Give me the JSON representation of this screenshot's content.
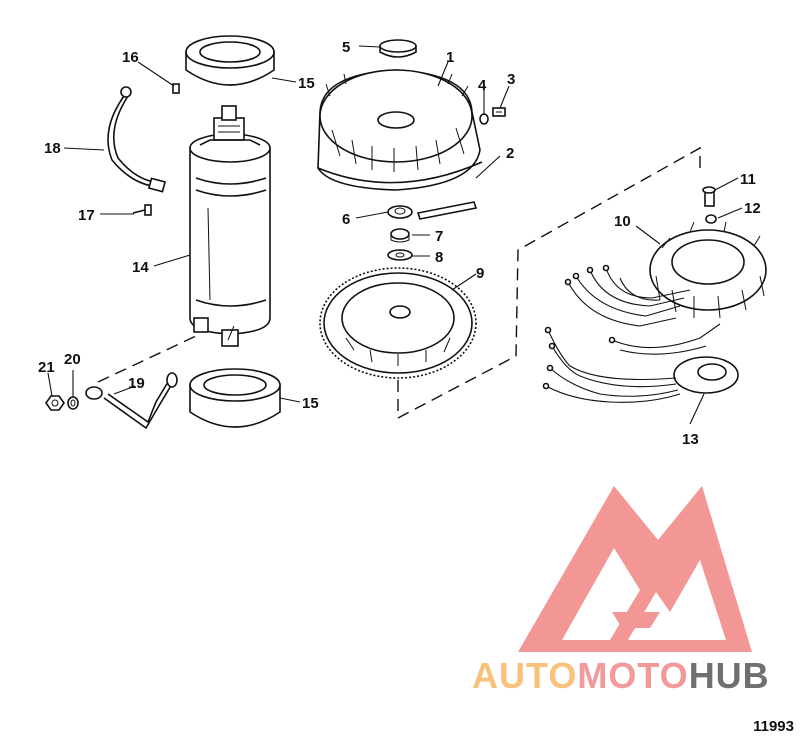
{
  "callouts": {
    "c1": "1",
    "c2": "2",
    "c3": "3",
    "c4": "4",
    "c5": "5",
    "c6": "6",
    "c7": "7",
    "c8": "8",
    "c9": "9",
    "c10": "10",
    "c11": "11",
    "c12": "12",
    "c13": "13",
    "c14": "14",
    "c15a": "15",
    "c15b": "15",
    "c16": "16",
    "c17": "17",
    "c18": "18",
    "c19": "19",
    "c20": "20",
    "c21": "21"
  },
  "watermark": {
    "part1": "AUTO",
    "part2": "MOTO",
    "part3": "HUB",
    "color1": "#F9C27A",
    "color2": "#F29A9A",
    "color3": "#6F6F6F",
    "triangle_color": "#F28B8B"
  },
  "figure_number": "11993"
}
